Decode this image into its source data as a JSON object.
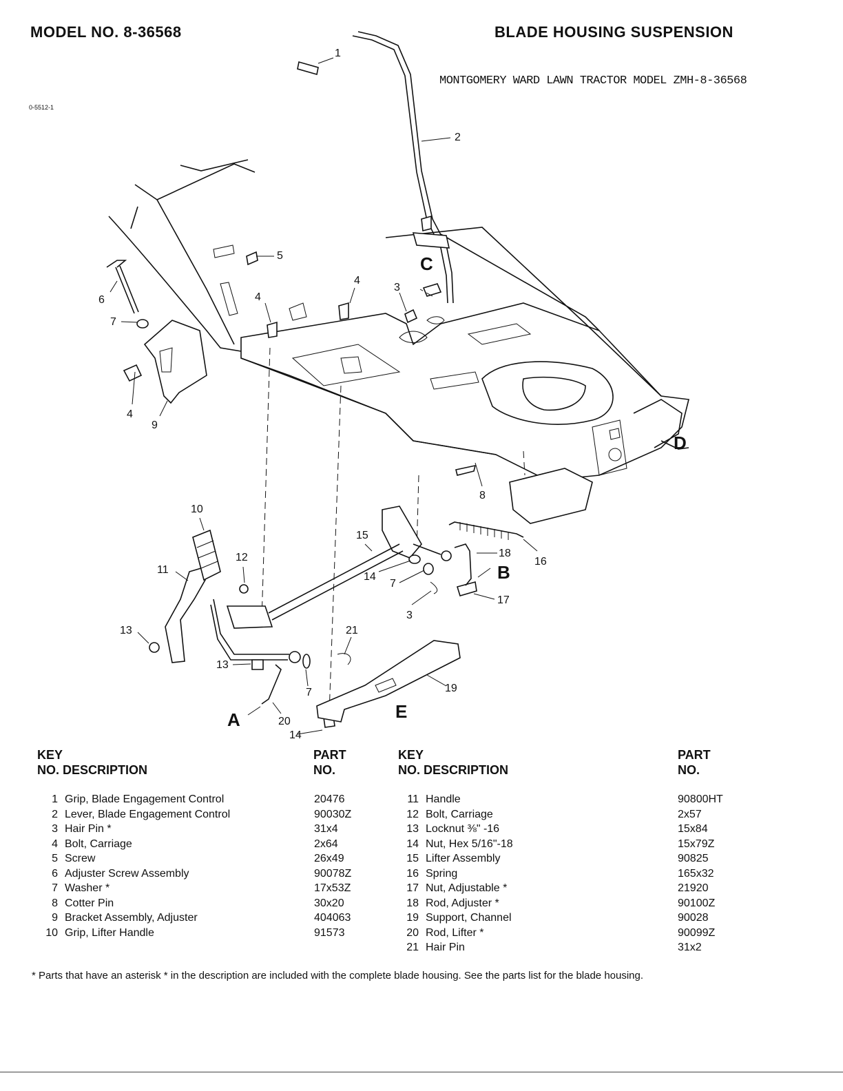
{
  "header": {
    "model": "MODEL NO. 8-36568",
    "section_title": "BLADE HOUSING SUSPENSION",
    "subtitle": "MONTGOMERY WARD LAWN TRACTOR MODEL ZMH-8-36568",
    "diagram_code": "0-5512-1"
  },
  "diagram": {
    "callouts": [
      "1",
      "2",
      "3",
      "4",
      "4",
      "4",
      "5",
      "6",
      "7",
      "8",
      "9",
      "10",
      "11",
      "12",
      "13",
      "13",
      "14",
      "14",
      "15",
      "16",
      "17",
      "18",
      "7",
      "7",
      "3",
      "19",
      "20",
      "21"
    ],
    "letters": [
      "A",
      "B",
      "C",
      "D",
      "E"
    ]
  },
  "parts_table": {
    "left_header": {
      "key": "KEY",
      "no_desc": "NO. DESCRIPTION",
      "part": "PART",
      "part_no": "NO."
    },
    "right_header": {
      "key": "KEY",
      "no_desc": "NO. DESCRIPTION",
      "part": "PART",
      "part_no": "NO."
    },
    "left_rows": [
      {
        "key": "1",
        "description": "Grip, Blade Engagement Control",
        "part_no": "20476"
      },
      {
        "key": "2",
        "description": "Lever, Blade Engagement Control",
        "part_no": "90030Z"
      },
      {
        "key": "3",
        "description": "Hair Pin *",
        "part_no": "31x4"
      },
      {
        "key": "4",
        "description": "Bolt, Carriage",
        "part_no": "2x64"
      },
      {
        "key": "5",
        "description": "Screw",
        "part_no": "26x49"
      },
      {
        "key": "6",
        "description": "Adjuster Screw Assembly",
        "part_no": "90078Z"
      },
      {
        "key": "7",
        "description": "Washer *",
        "part_no": "17x53Z"
      },
      {
        "key": "8",
        "description": "Cotter Pin",
        "part_no": "30x20"
      },
      {
        "key": "9",
        "description": "Bracket Assembly, Adjuster",
        "part_no": "404063"
      },
      {
        "key": "10",
        "description": "Grip, Lifter Handle",
        "part_no": "91573"
      }
    ],
    "right_rows": [
      {
        "key": "11",
        "description": "Handle",
        "part_no": "90800HT"
      },
      {
        "key": "12",
        "description": "Bolt, Carriage",
        "part_no": "2x57"
      },
      {
        "key": "13",
        "description": "Locknut ⅜\" -16",
        "part_no": "15x84"
      },
      {
        "key": "14",
        "description": "Nut, Hex 5/16\"-18",
        "part_no": "15x79Z"
      },
      {
        "key": "15",
        "description": "Lifter Assembly",
        "part_no": "90825"
      },
      {
        "key": "16",
        "description": "Spring",
        "part_no": "165x32"
      },
      {
        "key": "17",
        "description": "Nut, Adjustable *",
        "part_no": "21920"
      },
      {
        "key": "18",
        "description": "Rod, Adjuster *",
        "part_no": "90100Z"
      },
      {
        "key": "19",
        "description": "Support, Channel",
        "part_no": "90028"
      },
      {
        "key": "20",
        "description": "Rod, Lifter *",
        "part_no": "90099Z"
      },
      {
        "key": "21",
        "description": "Hair Pin",
        "part_no": "31x2"
      }
    ]
  },
  "footnote": "* Parts that have an asterisk * in the description are included with the complete blade housing. See the parts list for the blade housing."
}
